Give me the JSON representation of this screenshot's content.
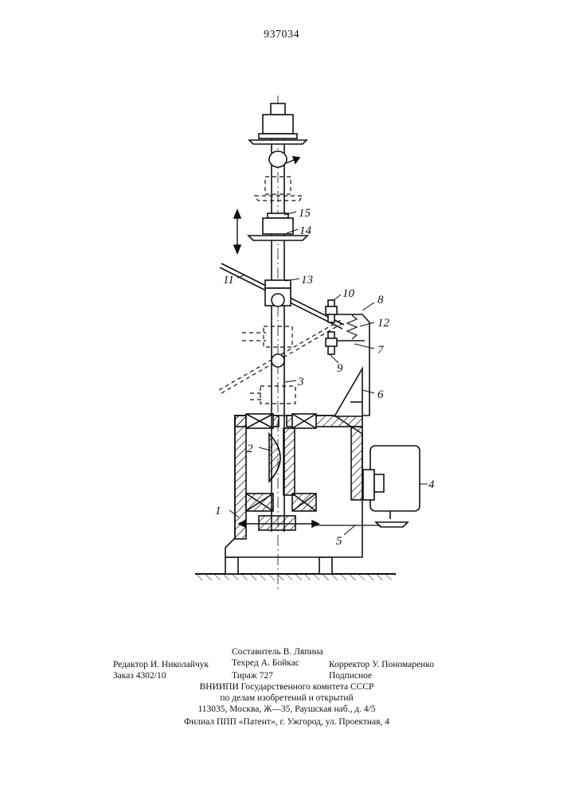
{
  "document": {
    "patent_number": "937034"
  },
  "figure": {
    "part_labels": [
      "1",
      "2",
      "3",
      "4",
      "5",
      "6",
      "7",
      "8",
      "9",
      "10",
      "11",
      "12",
      "13",
      "14",
      "15"
    ]
  },
  "imprint": {
    "compiler": "Составитель В. Ляпина",
    "editor": "Редактор И. Николайчук",
    "tech_editor": "Техред А. Бойкас",
    "proofreader": "Корректор У. Пономаренко",
    "order": "Заказ 4302/10",
    "circulation": "Тираж 727",
    "subscription": "Подписное",
    "publisher_line1": "ВНИИПИ Государственного комитета СССР",
    "publisher_line2": "по делам изобретений и открытий",
    "publisher_line3": "113035, Москва, Ж—35, Раушская наб., д. 4/5",
    "branch_line": "Филиал ППП «Патент», г. Ужгород, ул. Проектная, 4"
  }
}
